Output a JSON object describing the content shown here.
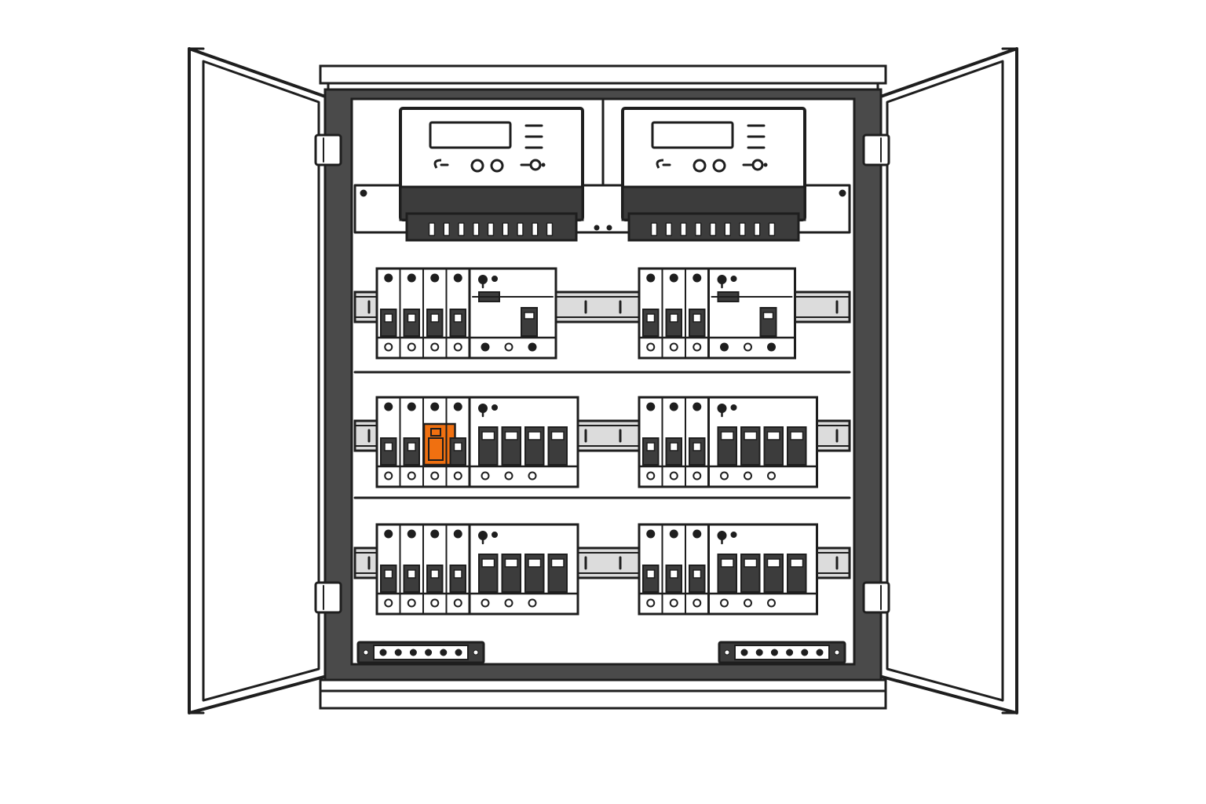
{
  "diagram": {
    "colors": {
      "outline": "#1e1e1e",
      "cabinet_dark": "#4a4a4a",
      "meter_dark": "#3c3c3c",
      "panel_white": "#ffffff",
      "rail_light": "#dcdcdc",
      "accent_orange": "#f07010"
    },
    "meters": [
      {
        "id": "meter-left",
        "terminal_count": 9
      },
      {
        "id": "meter-right",
        "terminal_count": 9
      }
    ],
    "breaker_rows": [
      {
        "id": "row-1",
        "groups": [
          {
            "id": "row-1-left",
            "breaker_poles": 4,
            "rcd": true,
            "rcd_handles": 1,
            "highlighted_pole": null
          },
          {
            "id": "row-1-right",
            "breaker_poles": 3,
            "rcd": true,
            "rcd_handles": 1,
            "highlighted_pole": null
          }
        ]
      },
      {
        "id": "row-2",
        "groups": [
          {
            "id": "row-2-left",
            "breaker_poles": 4,
            "rcd": true,
            "rcd_handles": 4,
            "highlighted_pole": 2
          },
          {
            "id": "row-2-right",
            "breaker_poles": 3,
            "rcd": true,
            "rcd_handles": 4,
            "highlighted_pole": null
          }
        ]
      },
      {
        "id": "row-3",
        "groups": [
          {
            "id": "row-3-left",
            "breaker_poles": 4,
            "rcd": true,
            "rcd_handles": 4,
            "highlighted_pole": null
          },
          {
            "id": "row-3-right",
            "breaker_poles": 3,
            "rcd": true,
            "rcd_handles": 4,
            "highlighted_pole": null
          }
        ]
      }
    ],
    "terminal_blocks": [
      {
        "id": "terminal-block-left",
        "screw_count": 6
      },
      {
        "id": "terminal-block-right",
        "screw_count": 6
      }
    ],
    "doors": [
      "left",
      "right"
    ]
  }
}
